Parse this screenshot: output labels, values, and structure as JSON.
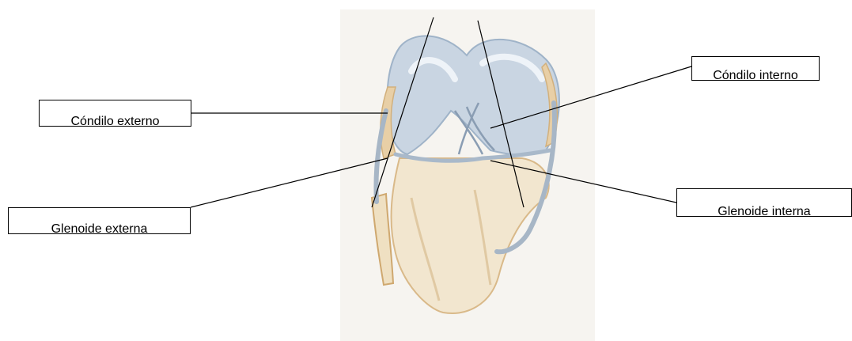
{
  "labels": {
    "condilo_externo": "Cóndilo externo",
    "condilo_interno": "Cóndilo interno",
    "glenoide_externa": "Glenoide externa",
    "glenoide_interna": "Glenoide interna"
  },
  "colors": {
    "bone_cream": "#f2e6cf",
    "bone_shadow": "#d9b989",
    "cartilage_blue": "#b7c6d6",
    "paper_background": "#f6f4f0",
    "leader_line": "#000000"
  }
}
